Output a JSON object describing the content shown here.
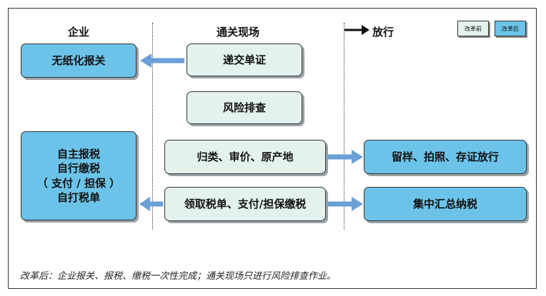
{
  "columns": {
    "enterprise": "企业",
    "customs_site": "通关现场",
    "release": "放行"
  },
  "legend": {
    "before": "改革前",
    "after": "改革后"
  },
  "enterprise_boxes": {
    "paperless": "无纸化报关",
    "self_lines": [
      "自主报税",
      "自行缴税",
      "（ 支付 / 担保 ）",
      "自打税单"
    ]
  },
  "site_boxes": {
    "submit_docs": "递交单证",
    "risk_check": "风险排查",
    "classification": "归类、审价、原产地",
    "tax_payment": "领取税单、支付/担保缴税"
  },
  "release_boxes": {
    "sample_release": "留样、拍照、存证放行",
    "centralized_tax": "集中汇总纳税"
  },
  "caption": "改革后：企业报关、报税、缴税一次性完成；通关现场只进行风险排查作业。",
  "colors": {
    "after_fill": "#6cc3e9",
    "before_fill": "#e4f2ee",
    "arrow": "#6a9fd8"
  }
}
